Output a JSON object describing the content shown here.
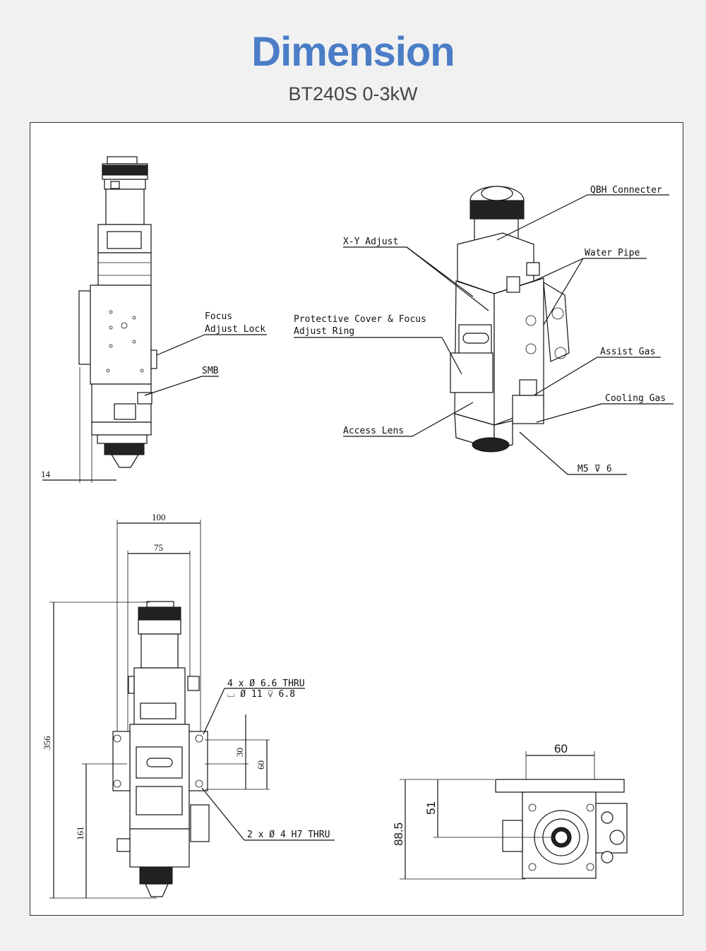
{
  "header": {
    "title": "Dimension",
    "subtitle": "BT240S 0-3kW"
  },
  "labels": {
    "focus_adjust_lock_1": "Focus",
    "focus_adjust_lock_2": "Adjust Lock",
    "smb": "SMB",
    "qbh_connecter": "QBH Connecter",
    "xy_adjust": "X-Y Adjust",
    "water_pipe": "Water Pipe",
    "protective_cover_1": "Protective Cover & Focus",
    "protective_cover_2": "Adjust Ring",
    "assist_gas": "Assist Gas",
    "cooling_gas": "Cooling Gas",
    "access_lens": "Access Lens",
    "m5_thread": "M5 ⊽ 6",
    "holes_4x": "4 x Ø 6.6 THRU",
    "counterbore": "⌴ Ø 11 ⊽ 6.8",
    "holes_2x": "2 x Ø 4  H7 THRU"
  },
  "dimensions": {
    "side_offset": "14",
    "width_total": "100",
    "width_inner": "75",
    "height_total": "356",
    "height_mount": "161",
    "hole_spacing_30": "30",
    "hole_spacing_60": "60",
    "bottom_width": "60",
    "bottom_height_51": "51",
    "bottom_height_885": "88.5"
  }
}
